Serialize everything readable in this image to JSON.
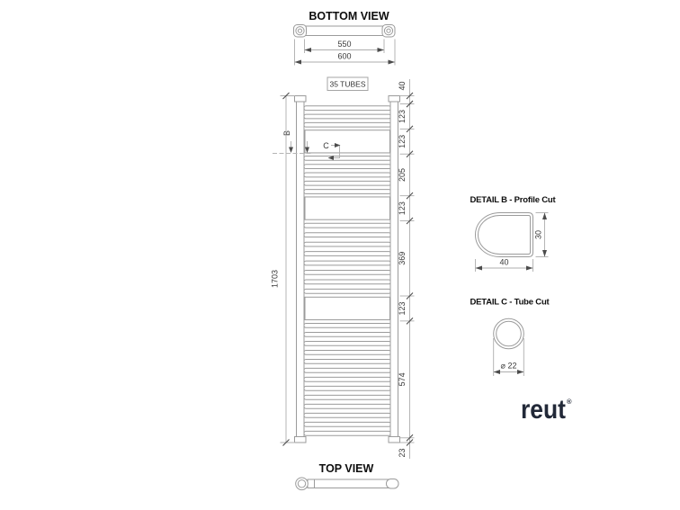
{
  "drawing": {
    "bottom_view": {
      "title": "BOTTOM VIEW",
      "dim_inner": "550",
      "dim_outer": "600"
    },
    "top_view": {
      "title": "TOP VIEW"
    },
    "front_view": {
      "tubes_badge": "35 TUBES",
      "overall_height": "1703",
      "marker_b": "B",
      "marker_c": "C",
      "segments": [
        {
          "mm": 40,
          "label": "40",
          "type": "gap"
        },
        {
          "mm": 123,
          "label": "123",
          "type": "tubes",
          "count": 3
        },
        {
          "mm": 123,
          "label": "123",
          "type": "panel"
        },
        {
          "mm": 205,
          "label": "205",
          "type": "tubes",
          "count": 5
        },
        {
          "mm": 123,
          "label": "123",
          "type": "panel"
        },
        {
          "mm": 369,
          "label": "369",
          "type": "tubes",
          "count": 8
        },
        {
          "mm": 123,
          "label": "123",
          "type": "panel"
        },
        {
          "mm": 574,
          "label": "574",
          "type": "tubes",
          "count": 13
        },
        {
          "mm": 23,
          "label": "23",
          "type": "gap"
        }
      ]
    },
    "detail_b": {
      "title": "DETAIL B - Profile Cut",
      "dim_width": "40",
      "dim_height": "30"
    },
    "detail_c": {
      "title": "DETAIL C - Tube Cut",
      "dim_diameter": "⌀ 22"
    },
    "logo": {
      "text": "reut",
      "mark": "®"
    }
  },
  "colors": {
    "part_line": "#9b9b9b",
    "dim_line": "#adadad",
    "tick": "#4c4c4c",
    "logo": "#222938"
  }
}
